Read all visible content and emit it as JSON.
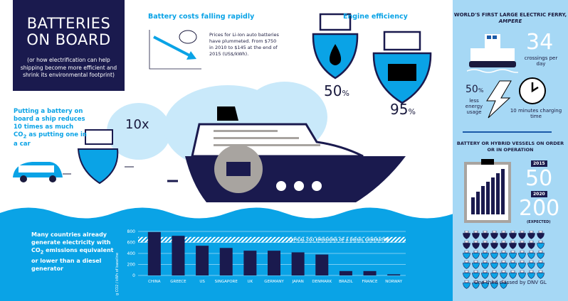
{
  "title": {
    "line1": "BATTERIES",
    "line2": "ON BOARD",
    "subtitle": "(or how electrification can help shipping become more efficient and shrink its environmental footprint)"
  },
  "costs": {
    "heading": "Battery costs falling rapidly",
    "text": "Prices for Li-Ion auto batteries have plummeted. From $750 in 2010 to $145 at the end of 2015 (US$/kWh)."
  },
  "engine": {
    "heading": "Engine efficiency",
    "diesel_pct": "50",
    "electric_pct": "95",
    "pct_sign": "%"
  },
  "car": {
    "text_a": "Putting a battery on board a ship reduces 10 times as much CO",
    "sub": "2",
    "text_b": " as putting one in a car",
    "factor": "10x"
  },
  "ferry": {
    "heading_a": "WORLD'S FIRST LARGE ELECTRIC FERRY, ",
    "heading_b": "AMPERE",
    "crossings": "34",
    "crossings_label": "crossings per day",
    "energy_pct": "50",
    "energy_sign": "%",
    "energy_label": "less energy usage",
    "charge_label": "10 minutes charging time"
  },
  "vessels": {
    "heading": "BATTERY OR HYBRID VESSELS ON ORDER OR IN OPERATION",
    "year1": "2015",
    "count1": "50",
    "year2": "2020",
    "count2": "200",
    "expected": "(EXPECTED)",
    "footer": "One-third classed by DNV GL",
    "icon_total": 50,
    "icon_dark": 17
  },
  "countries": {
    "text_a": "Many countries already generate electricity with CO",
    "sub": "2",
    "text_b": " emissions equivalent or lower than a diesel generator"
  },
  "colors": {
    "navy": "#1a1a4e",
    "blue": "#0aa3e6",
    "light": "#a6d8f5",
    "grey": "#a8a4a0"
  },
  "chart_data": {
    "type": "bar",
    "ylabel": "g CO2 / kWh of baseline",
    "ylim": [
      0,
      800
    ],
    "yticks": [
      0,
      200,
      400,
      600,
      800
    ],
    "categories": [
      "CHINA",
      "GREECE",
      "US",
      "SINGAPORE",
      "UK",
      "GERMANY",
      "JAPAN",
      "DENMARK",
      "BRAZIL",
      "FRANCE",
      "NORWAY"
    ],
    "values": [
      790,
      720,
      540,
      500,
      450,
      450,
      420,
      380,
      80,
      80,
      20
    ],
    "band": {
      "label": "TYPICAL CO2 EMISSIONS OF A DIESEL GENERATOR",
      "range": [
        600,
        700
      ]
    },
    "grid": true
  }
}
